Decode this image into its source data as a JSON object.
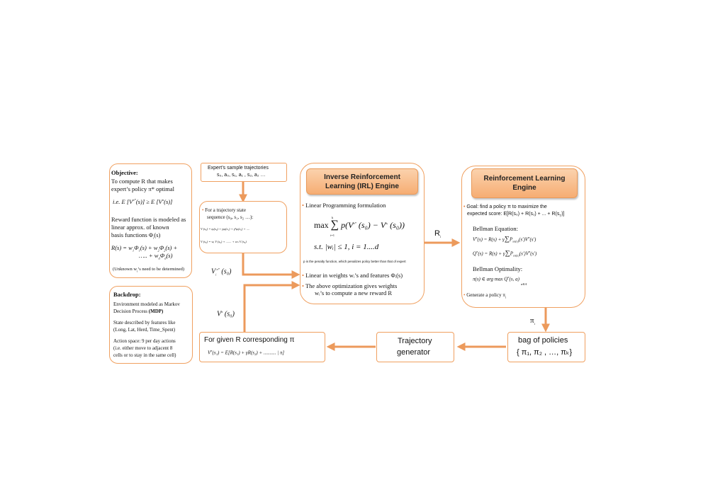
{
  "objective": {
    "heading": "Objective:",
    "line1": "To compute R that makes",
    "line2": "expert’s policy  π* optimal",
    "ie": "i.e.  E [V",
    "ie_rest": "(s)] ≥ E [V",
    "ie_end": "(s)]",
    "reward1": "Reward function is modeled as",
    "reward2": "linear approx. of known",
    "reward3": "basis functions Φ",
    "reward3_sub": "i",
    "reward3_end": "(s)",
    "eq1": "R(s) = w",
    "eq1_rest": "Φ",
    "eq1_b": "(s) + w",
    "eq1_c": "Φ",
    "eq1_d": "(s) +",
    "eq2": "….. + w",
    "eq2_b": "Φ",
    "eq2_c": "(s)",
    "unknown": "(Unknown w",
    "unknown_rest": "’s need to be determined)"
  },
  "backdrop": {
    "heading": "Backdrop:",
    "env1": "Environment modeled as Markov",
    "env2": "Decision Process ",
    "env2_bold": "(MDP)",
    "state1": "State described by features like",
    "state2": "(Long, Lat, Herd, Time_Spent)",
    "action1": "Action space: 9 per day actions",
    "action2": "(i.e. either move to adjacent 8",
    "action3": "cells or to stay in the same cell)"
  },
  "expert": {
    "line1": "Expert’s sample trajectories",
    "line2": "s₀, a₀, s₁, a₁ , s₂, a₂ …"
  },
  "state_seq": {
    "line1": "For a trajectory state",
    "line2": "sequence (s₀, s₁, s₂ …):",
    "eq1": "V   (s₀) = φᵢ(s₀) + γφᵢ(s₁) + γ²φᵢ(s₂) + ....",
    "eq2": "V   (s₀) = wᵢ V   (s₀) + ....... + wₙ V   (s₀)"
  },
  "v_hat_label": "V",
  "v_hat_label_arg": "(s₀)",
  "v_hat_label_sup": "π*",
  "v_hat_label_sub": "i",
  "v_pi_label": "V",
  "v_pi_label_sup": "π",
  "v_pi_label_arg": "(s₀)",
  "irl": {
    "title1": "Inverse Reinforcement",
    "title2": "Learning (IRL) Engine",
    "b1": "Linear Programming formulation",
    "max_eq": "max",
    "sum_top": "k",
    "sum_bot": "i=1",
    "sum_body": "p(V",
    "sum_arg": "(s₀) − V",
    "sum_arg2": "(s₀))",
    "st": "s.t. |wᵢ| ≤ 1, i = 1....d",
    "penalty": "p is the penalty function, which penalizes policy  better than that of expert",
    "b2": "Linear in weights wᵢ’s and features Φᵢ(s)",
    "b3": "The above optimization gives weights",
    "b3_2": "wᵢ’s to compute a new reward R"
  },
  "r_label": "R",
  "r_label_sub": "i",
  "rl": {
    "title1": "Reinforcement Learning",
    "title2": "Engine",
    "goal1": "Goal: find a policy π to maximize the",
    "goal2": "expected score: E[R(s₀) + R(s₁) + ... + R(s",
    "goal2_sub": "T",
    "goal2_end": ")]",
    "bellman": "Bellman Equation:",
    "bell_v": "V",
    "bell_v_rest": "(s) = R(s) + γ",
    "bell_v_sum": "P",
    "bell_v_end": "(s′)V",
    "bell_v_end2": "(s′)",
    "bell_q": "Q",
    "bell_q_rest": "(s) = R(s) + γ",
    "bell_q_sum": "P",
    "bell_q_end": "(s′)V",
    "bell_q_end2": "(s′)",
    "optimality": "Bellman Optimality:",
    "opt_eq": "π(s) ∈ arg max Q",
    "opt_eq_end": "(s, a)",
    "opt_sub": "a∈A",
    "generate": "Generate a policy π",
    "generate_sub": "i"
  },
  "pi_label": "π",
  "pi_label_sub": "i",
  "bag": {
    "line1": "bag of policies",
    "line2": "{ π₁, π₂ , …, πₖ}"
  },
  "traj": {
    "line1": "Trajectory",
    "line2": "generator"
  },
  "given": {
    "line1": "For given R corresponding π",
    "eq": "V",
    "eq_rest": "(s₁) = E[R(s₁) + γR(s₂) + .......... | π]"
  },
  "colors": {
    "accent": "#f0a060",
    "arrow": "#ec9a5c"
  }
}
